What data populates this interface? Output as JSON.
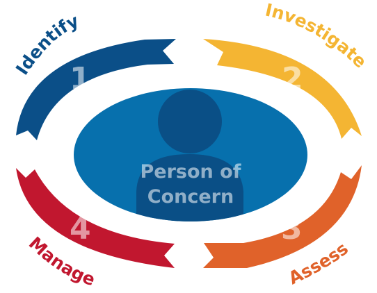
{
  "center": {
    "line1": "Person of",
    "line2": "Concern",
    "ellipse_color": "#0770ad",
    "person_icon_color": "#0a4f86",
    "icon": "person-icon"
  },
  "stages": [
    {
      "number": "1",
      "label": "Identify",
      "color": "#0b4f88"
    },
    {
      "number": "2",
      "label": "Investigate",
      "color": "#f4b533"
    },
    {
      "number": "3",
      "label": "Assess",
      "color": "#e0622a"
    },
    {
      "number": "4",
      "label": "Manage",
      "color": "#c1172f"
    }
  ]
}
